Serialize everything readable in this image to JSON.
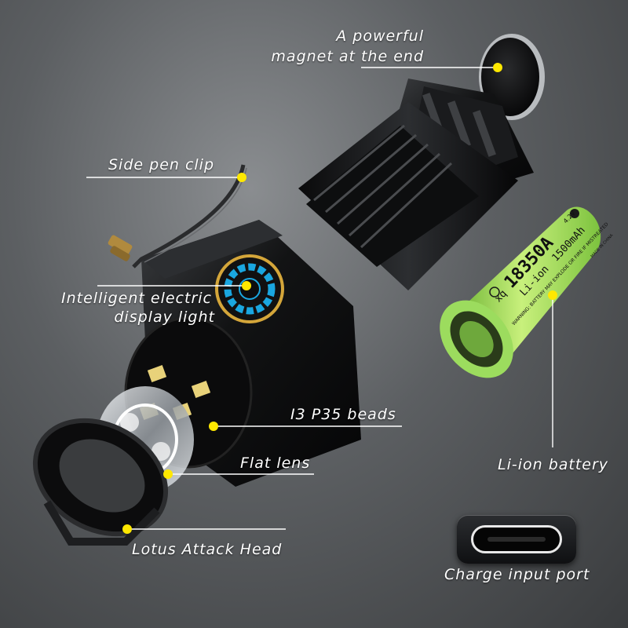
{
  "labels": {
    "magnet_line1": "A powerful",
    "magnet_line2": "magnet at the end",
    "pen_clip": "Side pen clip",
    "display_line1": "Intelligent electric",
    "display_line2": "display light",
    "beads": "I3 P35 beads",
    "lens": "Flat lens",
    "battery": "Li-ion battery",
    "head": "Lotus Attack Head",
    "charge": "Charge input port"
  },
  "battery_print": {
    "brand": "xq",
    "model": "18350A",
    "voltage": "4.2V",
    "chem": "Li-ion",
    "capacity": "1500mAh",
    "warning": "WARNING: BATTERY MAY EXPLODE OR FIRE IF MISTREATED",
    "origin": "MADE IN CHINA"
  },
  "colors": {
    "callout_dot": "#ffe800",
    "battery_green": "#a8e063",
    "display_blue": "#1aa7e0",
    "display_ring": "#d4a63a"
  }
}
